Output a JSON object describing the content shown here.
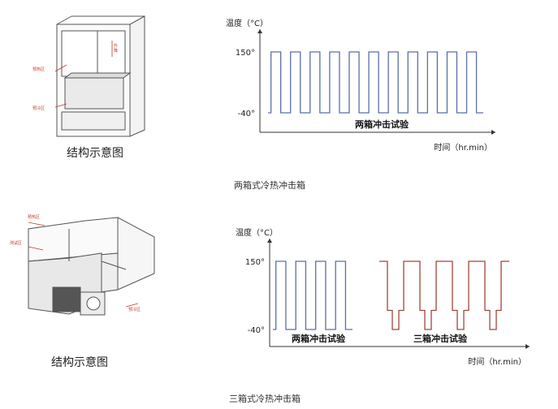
{
  "section1": {
    "structure_title": "结构示意图",
    "caption": "两箱式冷热冲击箱",
    "labels": [
      "预热区",
      "升降",
      "预冷区"
    ],
    "chart": {
      "type": "line",
      "ylabel": "温度（°C）",
      "xlabel": "时间（hr.min）",
      "yticks": [
        "150°",
        "-40°"
      ],
      "series_label": "两箱冲击试验",
      "high": 150,
      "low": -40,
      "cycles": 11,
      "color": "#5b6fa6"
    }
  },
  "section2": {
    "structure_title": "结构示意图",
    "caption": "三箱式冷热冲击箱",
    "labels": [
      "预热区",
      "测试区",
      "预冷区"
    ],
    "chart": {
      "type": "line",
      "ylabel": "温度（°C）",
      "xlabel": "时间（hr.min）",
      "yticks": [
        "150°",
        "-40°"
      ],
      "series": [
        {
          "name": "两箱冲击试验",
          "high": 150,
          "low": -40,
          "cycles": 4,
          "color": "#5b6fa6"
        },
        {
          "name": "三箱冲击试验",
          "high": 150,
          "low": -40,
          "cycles": 4,
          "color": "#a0463a"
        }
      ]
    }
  }
}
